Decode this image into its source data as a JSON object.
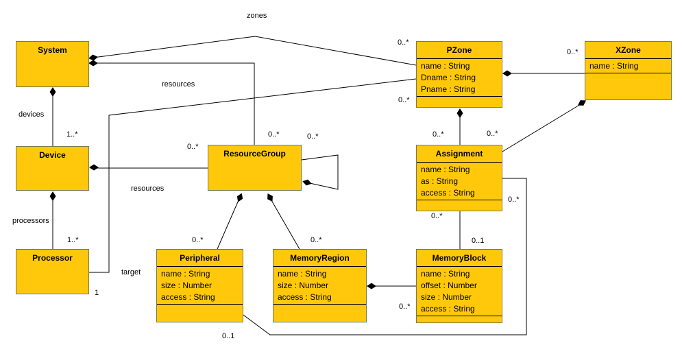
{
  "diagram_type": "UML class diagram",
  "colors": {
    "class_fill": "#FFC80A",
    "class_border": "#7A7A52",
    "line_color": "#000000",
    "background": "#FFFFFF"
  },
  "classes": {
    "system": {
      "name": "System",
      "attributes": []
    },
    "device": {
      "name": "Device",
      "attributes": []
    },
    "processor": {
      "name": "Processor",
      "attributes": []
    },
    "resource_group": {
      "name": "ResourceGroup",
      "attributes": []
    },
    "peripheral": {
      "name": "Peripheral",
      "attributes": [
        "name : String",
        "size : Number",
        "access : String"
      ]
    },
    "memory_region": {
      "name": "MemoryRegion",
      "attributes": [
        "name : String",
        "size : Number",
        "access : String"
      ]
    },
    "memory_block": {
      "name": "MemoryBlock",
      "attributes": [
        "name : String",
        "offset : Number",
        "size : Number",
        "access : String"
      ]
    },
    "assignment": {
      "name": "Assignment",
      "attributes": [
        "name : String",
        "as : String",
        "access : String"
      ]
    },
    "pzone": {
      "name": "PZone",
      "attributes": [
        "name : String",
        "Dname : String",
        "Pname : String"
      ]
    },
    "xzone": {
      "name": "XZone",
      "attributes": [
        "name : String"
      ]
    }
  },
  "labels": {
    "zones": "zones",
    "devices": "devices",
    "processors": "processors",
    "resources": "resources",
    "target": "target"
  },
  "mult": {
    "zero_many": "0..*",
    "one_many": "1..*",
    "one": "1",
    "zero_one": "0..1"
  }
}
